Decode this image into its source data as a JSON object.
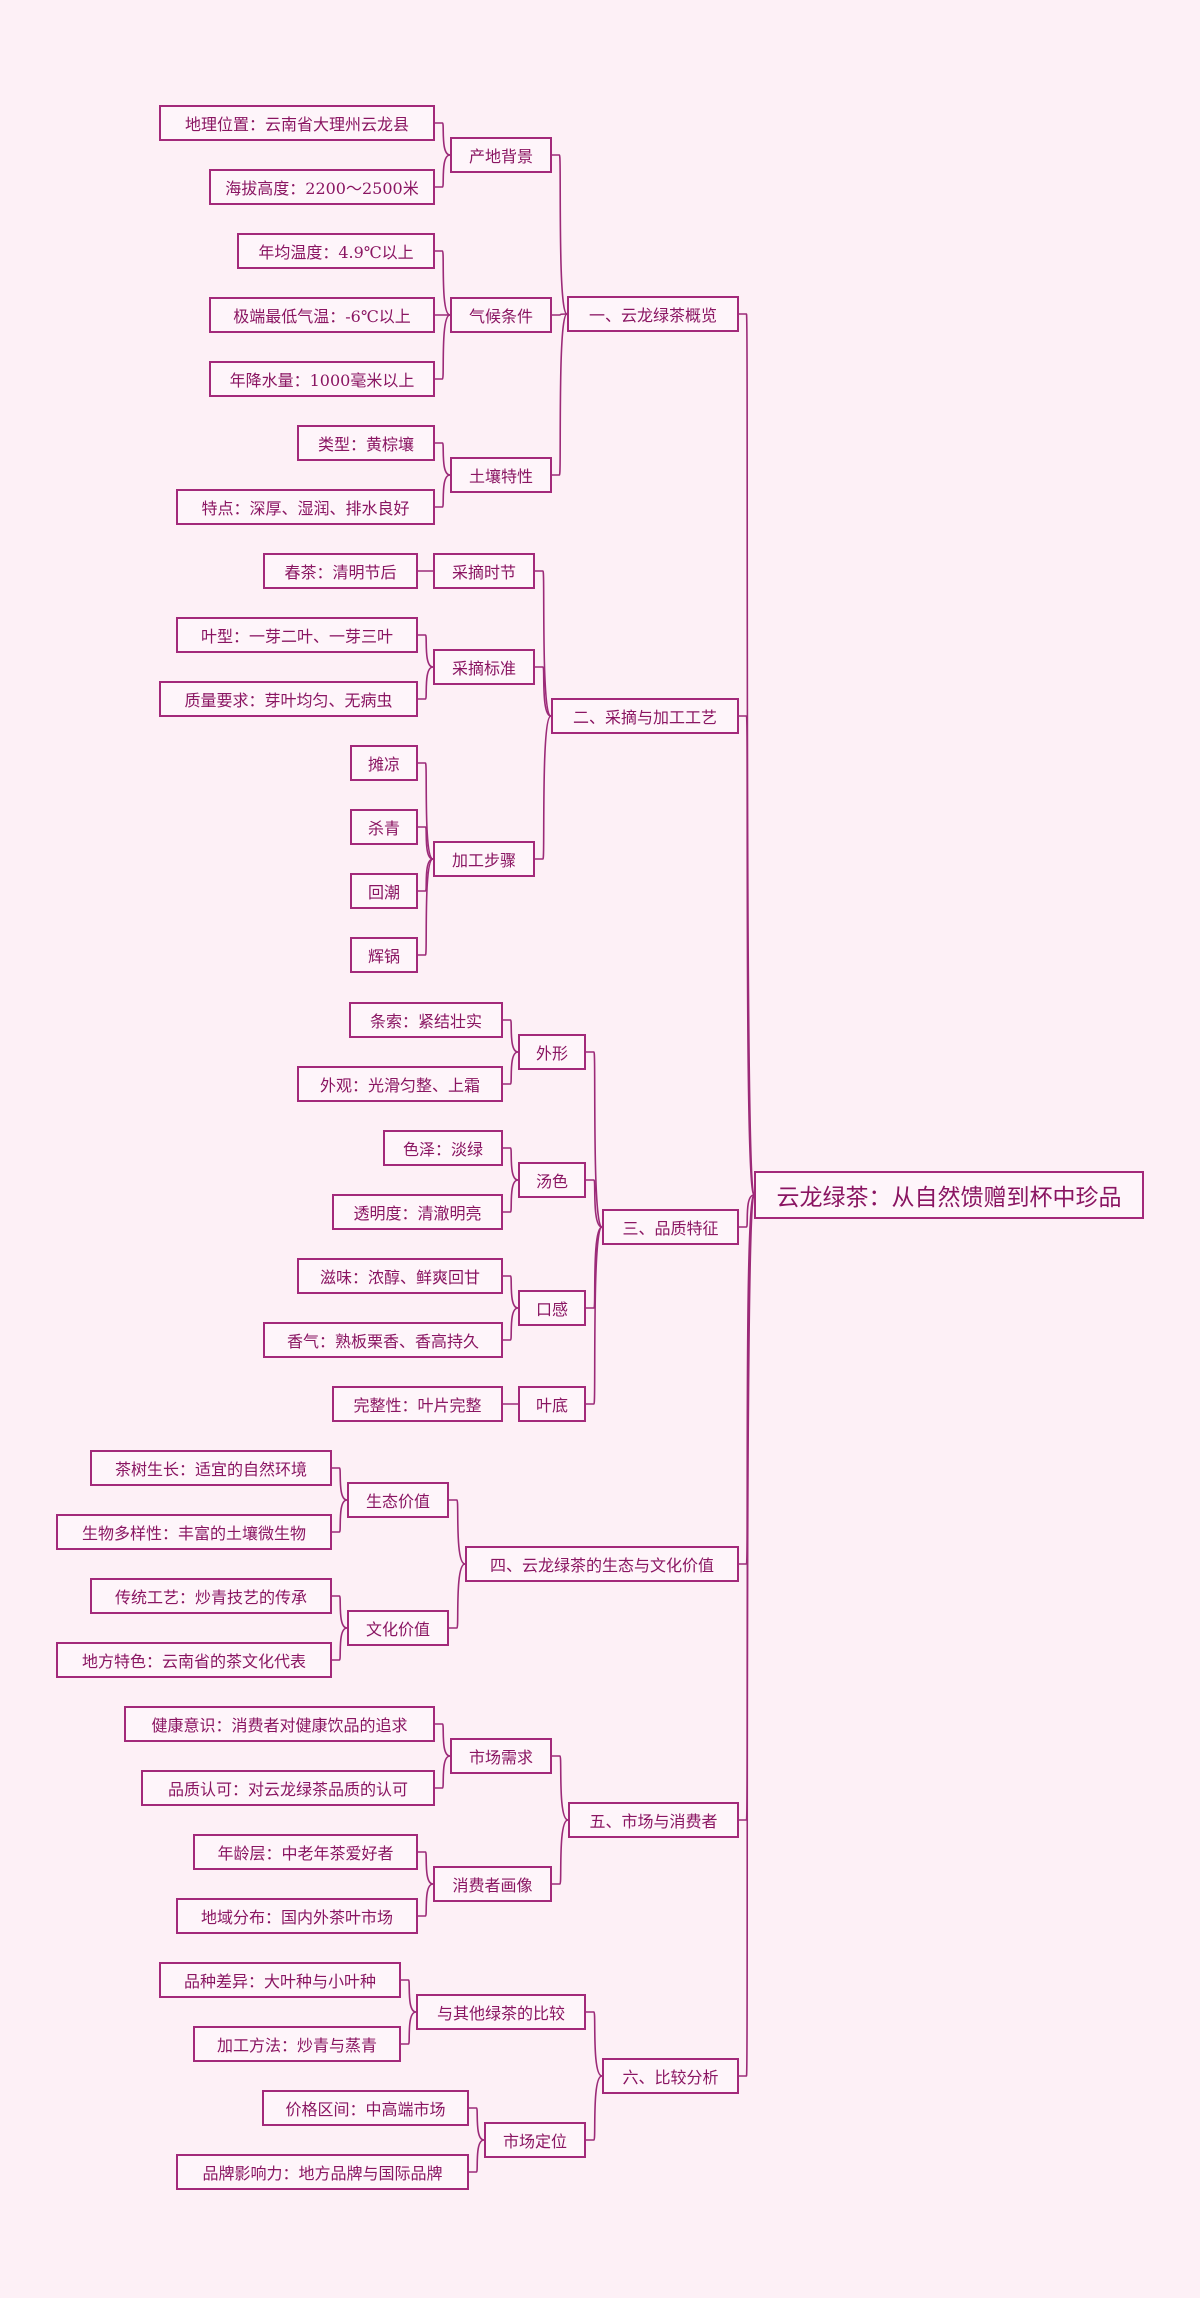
{
  "mindmap": {
    "root": "云龙绿茶：从自然馈赠到杯中珍品",
    "branches": [
      {
        "label": "一、云龙绿茶概览",
        "children": [
          {
            "label": "产地背景",
            "leaves": [
              "地理位置：云南省大理州云龙县",
              "海拔高度：2200～2500米"
            ]
          },
          {
            "label": "气候条件",
            "leaves": [
              "年均温度：4.9℃以上",
              "极端最低气温：-6℃以上",
              "年降水量：1000毫米以上"
            ]
          },
          {
            "label": "土壤特性",
            "leaves": [
              "类型：黄棕壤",
              "特点：深厚、湿润、排水良好"
            ]
          }
        ]
      },
      {
        "label": "二、采摘与加工工艺",
        "children": [
          {
            "label": "采摘时节",
            "leaves": [
              "春茶：清明节后"
            ]
          },
          {
            "label": "采摘标准",
            "leaves": [
              "叶型：一芽二叶、一芽三叶",
              "质量要求：芽叶均匀、无病虫"
            ]
          },
          {
            "label": "加工步骤",
            "leaves": [
              "摊凉",
              "杀青",
              "回潮",
              "辉锅"
            ]
          }
        ]
      },
      {
        "label": "三、品质特征",
        "children": [
          {
            "label": "外形",
            "leaves": [
              "条索：紧结壮实",
              "外观：光滑匀整、上霜"
            ]
          },
          {
            "label": "汤色",
            "leaves": [
              "色泽：淡绿",
              "透明度：清澈明亮"
            ]
          },
          {
            "label": "口感",
            "leaves": [
              "滋味：浓醇、鲜爽回甘",
              "香气：熟板栗香、香高持久"
            ]
          },
          {
            "label": "叶底",
            "leaves": [
              "完整性：叶片完整"
            ]
          }
        ]
      },
      {
        "label": "四、云龙绿茶的生态与文化价值",
        "children": [
          {
            "label": "生态价值",
            "leaves": [
              "茶树生长：适宜的自然环境",
              "生物多样性：丰富的土壤微生物"
            ]
          },
          {
            "label": "文化价值",
            "leaves": [
              "传统工艺：炒青技艺的传承",
              "地方特色：云南省的茶文化代表"
            ]
          }
        ]
      },
      {
        "label": "五、市场与消费者",
        "children": [
          {
            "label": "市场需求",
            "leaves": [
              "健康意识：消费者对健康饮品的追求",
              "品质认可：对云龙绿茶品质的认可"
            ]
          },
          {
            "label": "消费者画像",
            "leaves": [
              "年龄层：中老年茶爱好者",
              "地域分布：国内外茶叶市场"
            ]
          }
        ]
      },
      {
        "label": "六、比较分析",
        "children": [
          {
            "label": "与其他绿茶的比较",
            "leaves": [
              "品种差异：大叶种与小叶种",
              "加工方法：炒青与蒸青"
            ]
          },
          {
            "label": "市场定位",
            "leaves": [
              "价格区间：中高端市场",
              "品牌影响力：地方品牌与国际品牌"
            ]
          }
        ]
      }
    ]
  },
  "colors": {
    "background": "#fdf0f6",
    "border": "#a3297a",
    "text": "#8a1562",
    "line": "#9c2a78"
  }
}
